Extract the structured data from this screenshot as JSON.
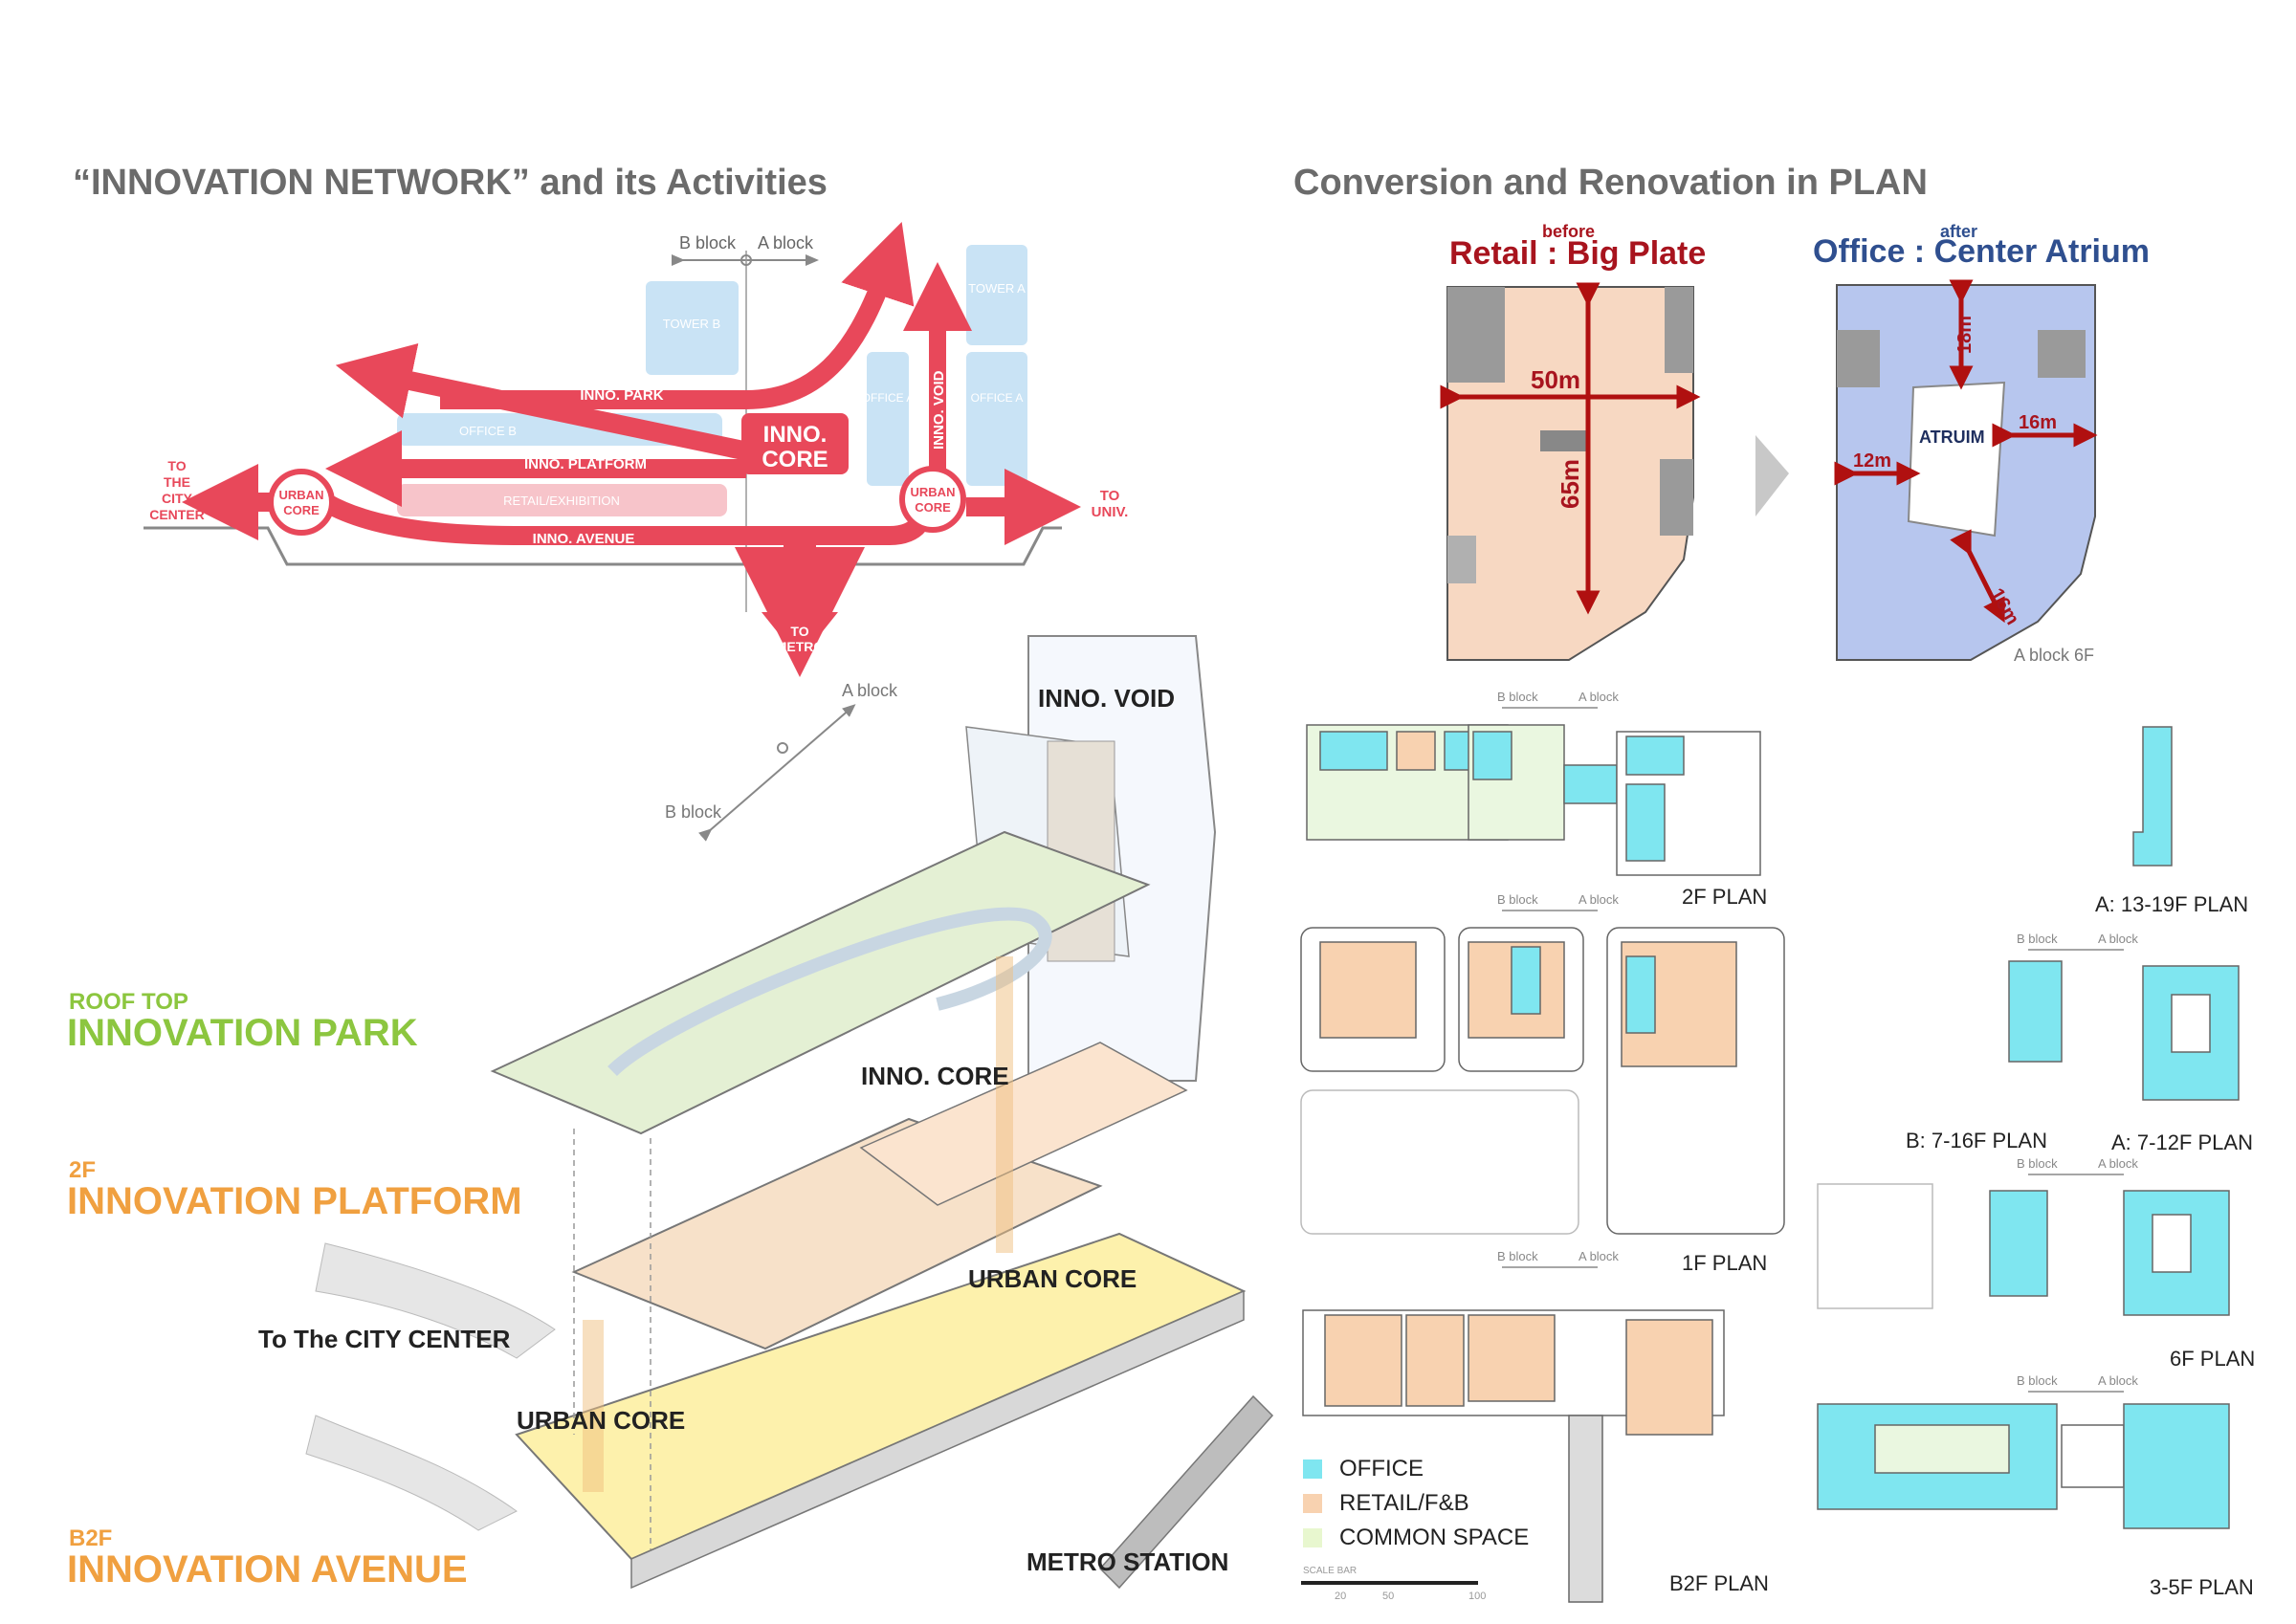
{
  "titles": {
    "left": "“INNOVATION NETWORK”  and its Activities",
    "right": "Conversion and Renovation in PLAN"
  },
  "network": {
    "block_axis": {
      "b": "B block",
      "a": "A block"
    },
    "towers": [
      "TOWER B",
      "TOWER A",
      "OFFICE A",
      "OFFICE A"
    ],
    "office_b": "OFFICE B",
    "retail": "RETAIL/EXHIBITION",
    "routes": [
      "INNO. PARK",
      "INNO. PLATFORM",
      "INNO. AVENUE",
      "INNO. VOID"
    ],
    "core": [
      "INNO.",
      "CORE"
    ],
    "urban_core_left": [
      "URBAN",
      "CORE"
    ],
    "urban_core_right": [
      "URBAN",
      "CORE"
    ],
    "to_city": [
      "TO",
      "THE",
      "CITY",
      "CENTER"
    ],
    "to_univ": [
      "TO",
      "UNIV."
    ],
    "to_metro": [
      "TO",
      "METRO"
    ]
  },
  "axon": {
    "block_axis": {
      "a": "A block",
      "b": "B block"
    },
    "void": "INNO. VOID",
    "core": "INNO. CORE",
    "urban_core_right": "URBAN CORE",
    "urban_core_left": "URBAN CORE",
    "city": "To The CITY CENTER",
    "metro": "METRO STATION"
  },
  "levels": [
    {
      "small": "ROOF TOP",
      "big": "INNOVATION PARK"
    },
    {
      "small": "2F",
      "big": "INNOVATION PLATFORM"
    },
    {
      "small": "B2F",
      "big": "INNOVATION AVENUE"
    }
  ],
  "before": {
    "tag": "before",
    "title": "Retail : Big Plate",
    "dims": [
      "50m",
      "65m"
    ]
  },
  "after": {
    "tag": "after",
    "title": "Office : Center Atrium",
    "dims": [
      "18m",
      "16m",
      "12m",
      "16m"
    ],
    "atrium": "ATRUIM",
    "caption": "A block 6F"
  },
  "plans": {
    "block_axis": {
      "b": "B block",
      "a": "A block"
    },
    "labels": {
      "p2f": "2F PLAN",
      "p1f": "1F PLAN",
      "pb2f": "B2F PLAN",
      "a1319": "A: 13-19F PLAN",
      "b716": "B: 7-16F PLAN",
      "a712": "A: 7-12F PLAN",
      "p6f": "6F PLAN",
      "p35f": "3-5F PLAN"
    },
    "scale": {
      "text": "SCALE BAR",
      "ticks": [
        "20",
        "50",
        "100"
      ]
    }
  },
  "legend": [
    {
      "label": "OFFICE",
      "color": "#7fe6f0"
    },
    {
      "label": "RETAIL/F&B",
      "color": "#f8d2b0"
    },
    {
      "label": "COMMON SPACE",
      "color": "#e8f7cf"
    }
  ],
  "colors": {
    "network_red": "#e8485a",
    "before_title": "#a8141e",
    "after_title": "#2f4f8f",
    "dim_red": "#b01010",
    "park_green": "#8cc63f",
    "platform_orange": "#f0a040"
  }
}
